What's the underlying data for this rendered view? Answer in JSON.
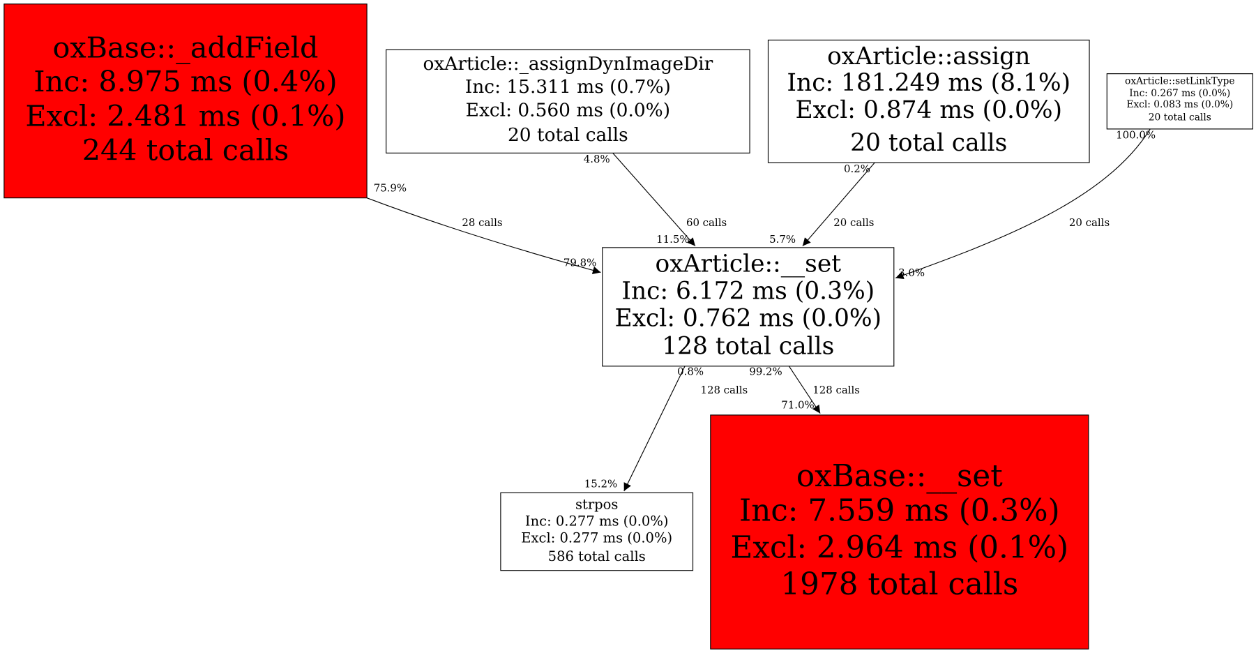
{
  "colors": {
    "hot": "#ff0000",
    "normal": "#ffffff",
    "stroke": "#000000"
  },
  "nodes": [
    {
      "id": "addField",
      "hot": true,
      "lines": [
        "oxBase::_addField",
        "Inc: 8.975 ms (0.4%)",
        "Excl: 2.481 ms (0.1%)",
        "244 total calls"
      ]
    },
    {
      "id": "assignDynImageDir",
      "hot": false,
      "lines": [
        "oxArticle::_assignDynImageDir",
        "Inc: 15.311 ms (0.7%)",
        "Excl: 0.560 ms (0.0%)",
        "20 total calls"
      ]
    },
    {
      "id": "assign",
      "hot": false,
      "lines": [
        "oxArticle::assign",
        "Inc: 181.249 ms (8.1%)",
        "Excl: 0.874 ms (0.0%)",
        "20 total calls"
      ]
    },
    {
      "id": "setLinkType",
      "hot": false,
      "lines": [
        "oxArticle::setLinkType",
        "Inc: 0.267 ms (0.0%)",
        "Excl: 0.083 ms (0.0%)",
        "20 total calls"
      ]
    },
    {
      "id": "article_set",
      "hot": false,
      "lines": [
        "oxArticle::__set",
        "Inc: 6.172 ms (0.3%)",
        "Excl: 0.762 ms (0.0%)",
        "128 total calls"
      ]
    },
    {
      "id": "strpos",
      "hot": false,
      "lines": [
        "strpos",
        "Inc: 0.277 ms (0.0%)",
        "Excl: 0.277 ms (0.0%)",
        "586 total calls"
      ]
    },
    {
      "id": "base_set",
      "hot": true,
      "lines": [
        "oxBase::__set",
        "Inc: 7.559 ms (0.3%)",
        "Excl: 2.964 ms (0.1%)",
        "1978 total calls"
      ]
    }
  ],
  "edges": [
    {
      "from": "addField",
      "to": "article_set",
      "calls": "28 calls",
      "tail": "75.9%",
      "head": "79.8%"
    },
    {
      "from": "assignDynImageDir",
      "to": "article_set",
      "calls": "60 calls",
      "tail": "4.8%",
      "head": "11.5%"
    },
    {
      "from": "assign",
      "to": "article_set",
      "calls": "20 calls",
      "tail": "0.2%",
      "head": "5.7%"
    },
    {
      "from": "setLinkType",
      "to": "article_set",
      "calls": "20 calls",
      "tail": "100.0%",
      "head": "3.0%"
    },
    {
      "from": "article_set",
      "to": "strpos",
      "calls": "128 calls",
      "tail": "0.8%",
      "head": "15.2%"
    },
    {
      "from": "article_set",
      "to": "base_set",
      "calls": "128 calls",
      "tail": "99.2%",
      "head": "71.0%"
    }
  ]
}
